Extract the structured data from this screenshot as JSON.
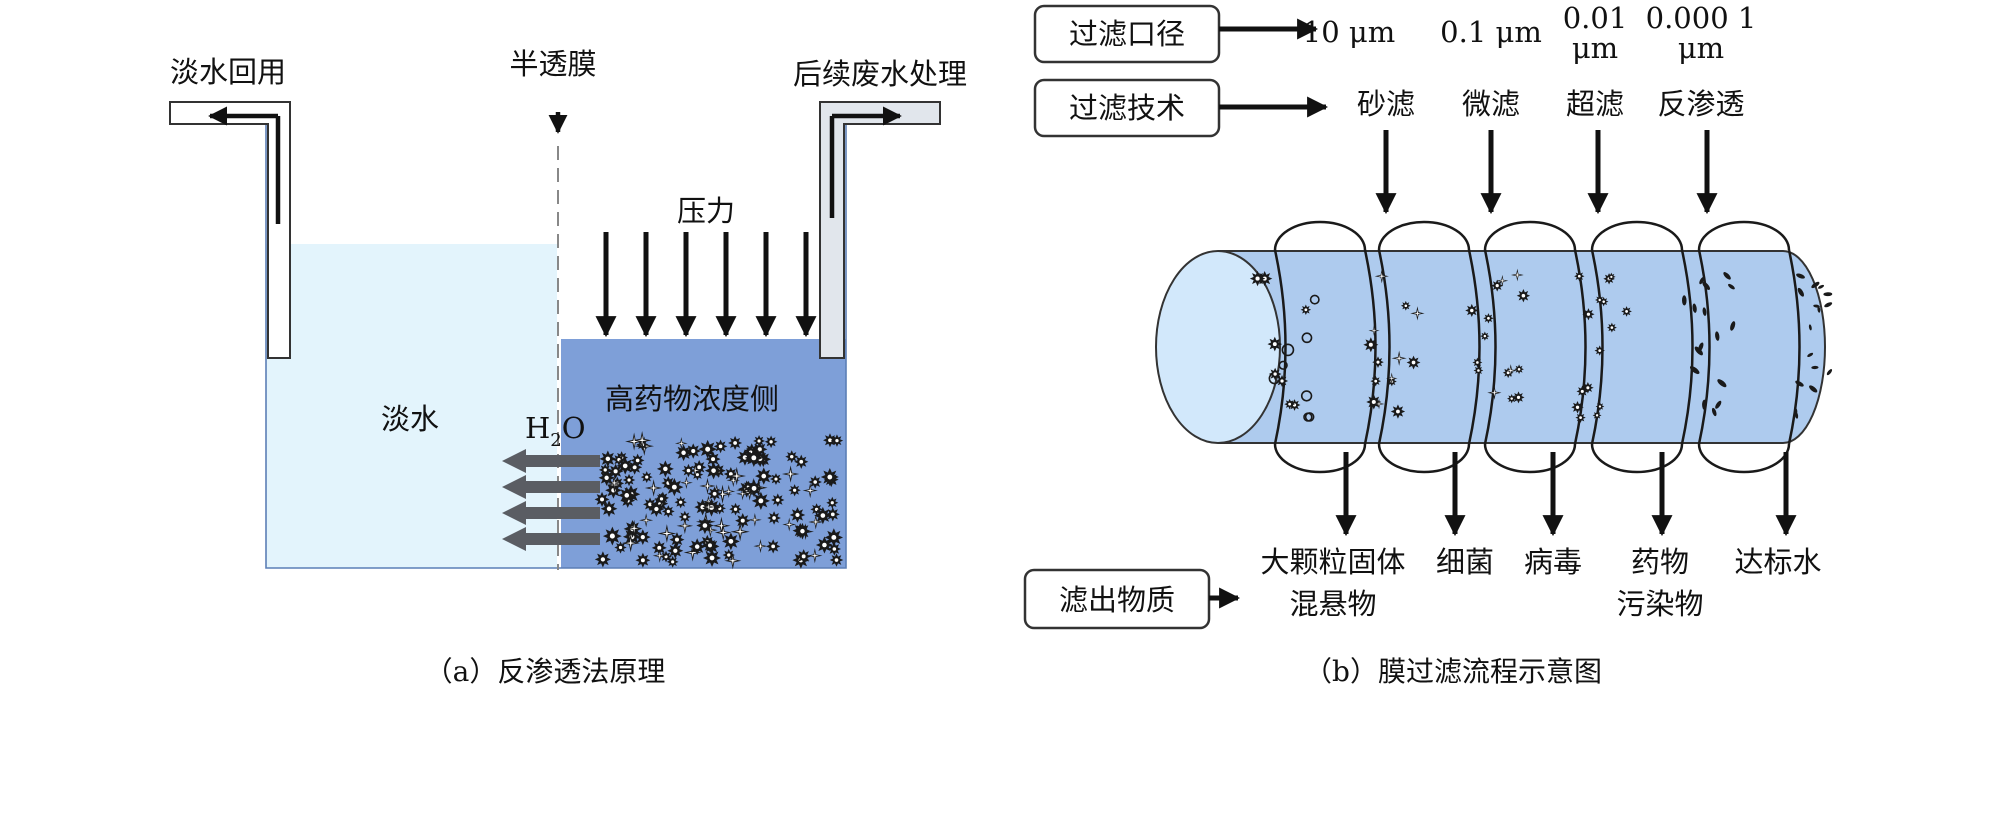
{
  "panel_a": {
    "fresh_water_reuse": "淡水回用",
    "semipermeable_membrane": "半透膜",
    "subsequent_treatment": "后续废水处理",
    "pressure": "压力",
    "fresh_water": "淡水",
    "high_concentration_side": "高药物浓度侧",
    "h2o_h": "H",
    "h2o_sub": "2",
    "h2o_o": "O",
    "caption": "（a）反渗透法原理",
    "colors": {
      "fresh": "#e3f4fc",
      "concentrate": "#7e9fd8",
      "flow_arrow": "#5a5d63"
    }
  },
  "panel_b": {
    "pore_size_box": "过滤口径",
    "technology_box": "过滤技术",
    "output_box": "滤出物质",
    "pore_sizes": [
      {
        "line1": "10 μm",
        "line2": ""
      },
      {
        "line1": "0.1 μm",
        "line2": ""
      },
      {
        "line1": "0.01",
        "line2": "μm"
      },
      {
        "line1": "0.000 1",
        "line2": "μm"
      }
    ],
    "technologies": [
      "砂滤",
      "微滤",
      "超滤",
      "反渗透"
    ],
    "outputs": [
      {
        "line1": "大颗粒固体",
        "line2": "混悬物"
      },
      {
        "line1": "细菌",
        "line2": ""
      },
      {
        "line1": "病毒",
        "line2": ""
      },
      {
        "line1": "药物",
        "line2": "污染物"
      },
      {
        "line1": "达标水",
        "line2": ""
      }
    ],
    "caption": "（b）膜过滤流程示意图",
    "colors": {
      "pipe": "#aecbee",
      "pipe_end": "#d2e8fb"
    }
  }
}
